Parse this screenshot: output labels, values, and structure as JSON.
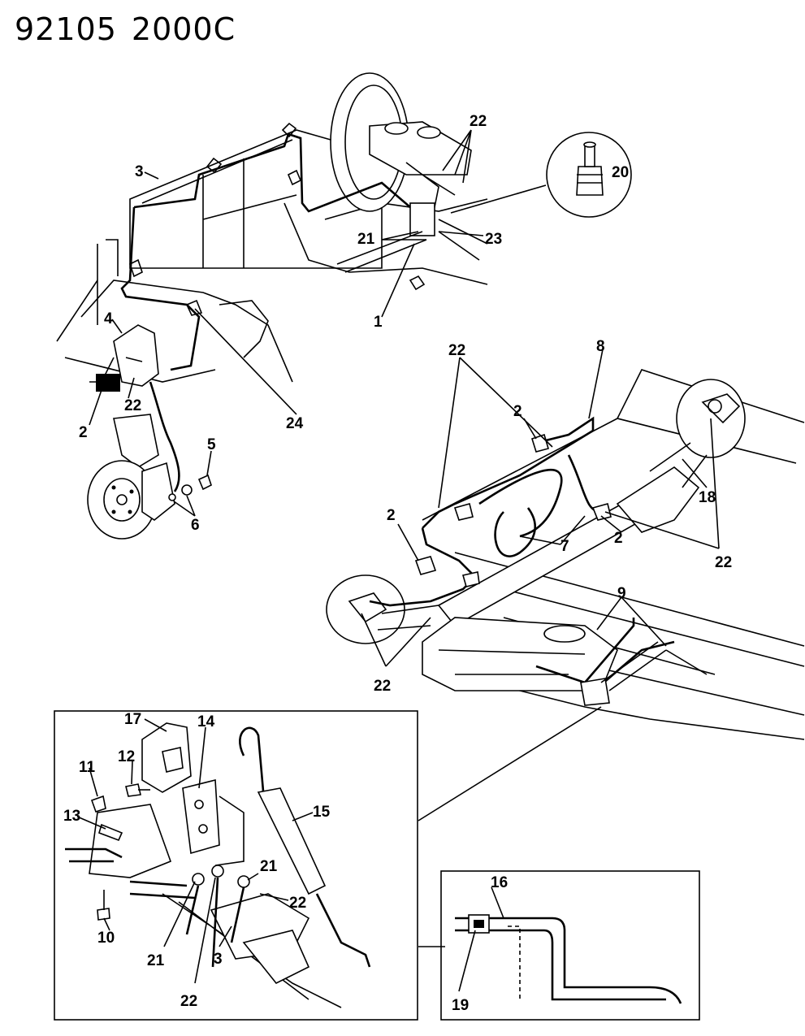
{
  "header": {
    "code_left": "92105",
    "code_right": "2000C"
  },
  "callouts": [
    "1",
    "2",
    "3",
    "4",
    "5",
    "6",
    "7",
    "8",
    "9",
    "10",
    "11",
    "12",
    "13",
    "14",
    "15",
    "16",
    "17",
    "18",
    "19",
    "20",
    "21",
    "22",
    "23",
    "24"
  ]
}
